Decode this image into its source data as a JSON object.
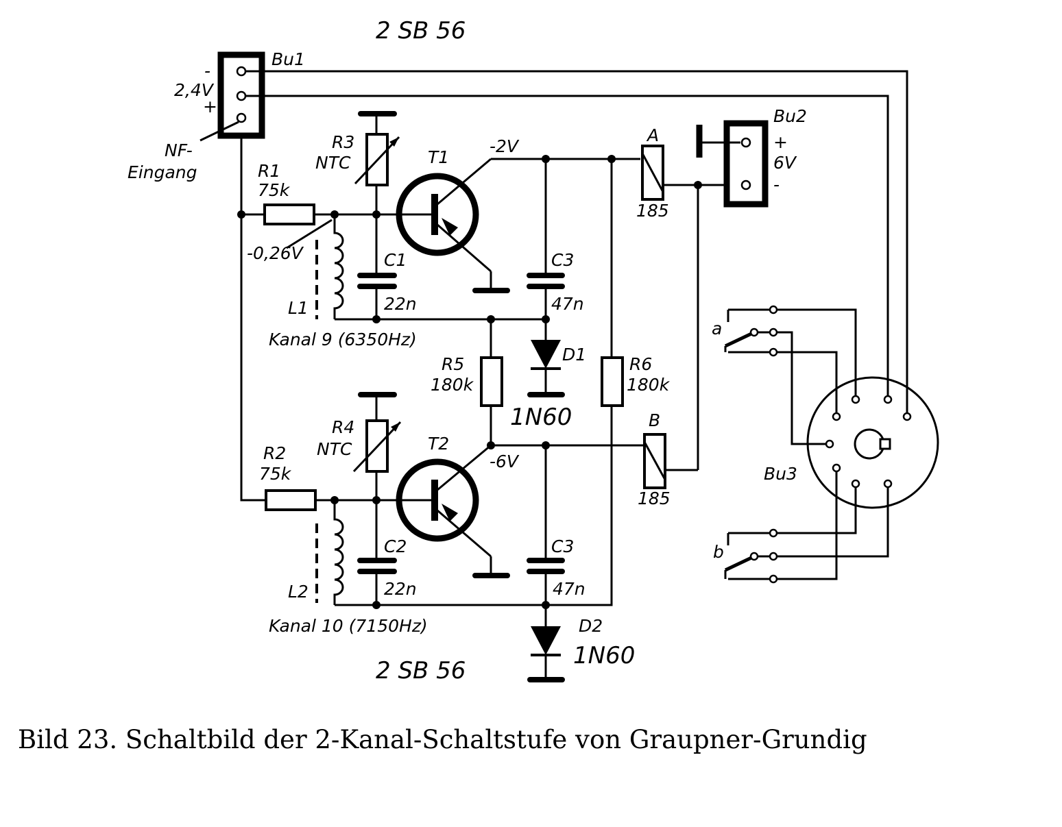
{
  "diagram": {
    "transistor_type_top": "2 SB 56",
    "transistor_type_bottom": "2 SB 56",
    "caption": "Bild 23. Schaltbild der 2-Kanal-Schaltstufe von Graupner-Grundig",
    "bu1": {
      "name": "Bu1",
      "minus": "-",
      "voltage": "2,4V",
      "plus": "+",
      "input_label_line1": "NF-",
      "input_label_line2": "Eingang"
    },
    "bu2": {
      "name": "Bu2",
      "plus": "+",
      "voltage": "6V",
      "minus": "-"
    },
    "bu3": {
      "name": "Bu3"
    },
    "r1": {
      "name": "R1",
      "value": "75k"
    },
    "r2": {
      "name": "R2",
      "value": "75k"
    },
    "r3": {
      "name": "R3",
      "type": "NTC"
    },
    "r4": {
      "name": "R4",
      "type": "NTC"
    },
    "r5": {
      "name": "R5",
      "value": "180k"
    },
    "r6": {
      "name": "R6",
      "value": "180k"
    },
    "t1": {
      "name": "T1",
      "voltage": "-2V"
    },
    "t2": {
      "name": "T2",
      "voltage": "-6V"
    },
    "base_voltage": "-0,26V",
    "c1": {
      "name": "C1",
      "value": "22n"
    },
    "c2": {
      "name": "C2",
      "value": "22n"
    },
    "c3a": {
      "name": "C3",
      "value": "47n"
    },
    "c3b": {
      "name": "C3",
      "value": "47n"
    },
    "l1": {
      "name": "L1",
      "channel": "Kanal 9 (6350Hz)"
    },
    "l2": {
      "name": "L2",
      "channel": "Kanal 10 (7150Hz)"
    },
    "d1": {
      "name": "D1",
      "type": "1N60"
    },
    "d2": {
      "name": "D2",
      "type": "1N60"
    },
    "relay_a": {
      "name": "A",
      "value": "185"
    },
    "relay_b": {
      "name": "B",
      "value": "185"
    },
    "switch_a": "a",
    "switch_b": "b"
  }
}
